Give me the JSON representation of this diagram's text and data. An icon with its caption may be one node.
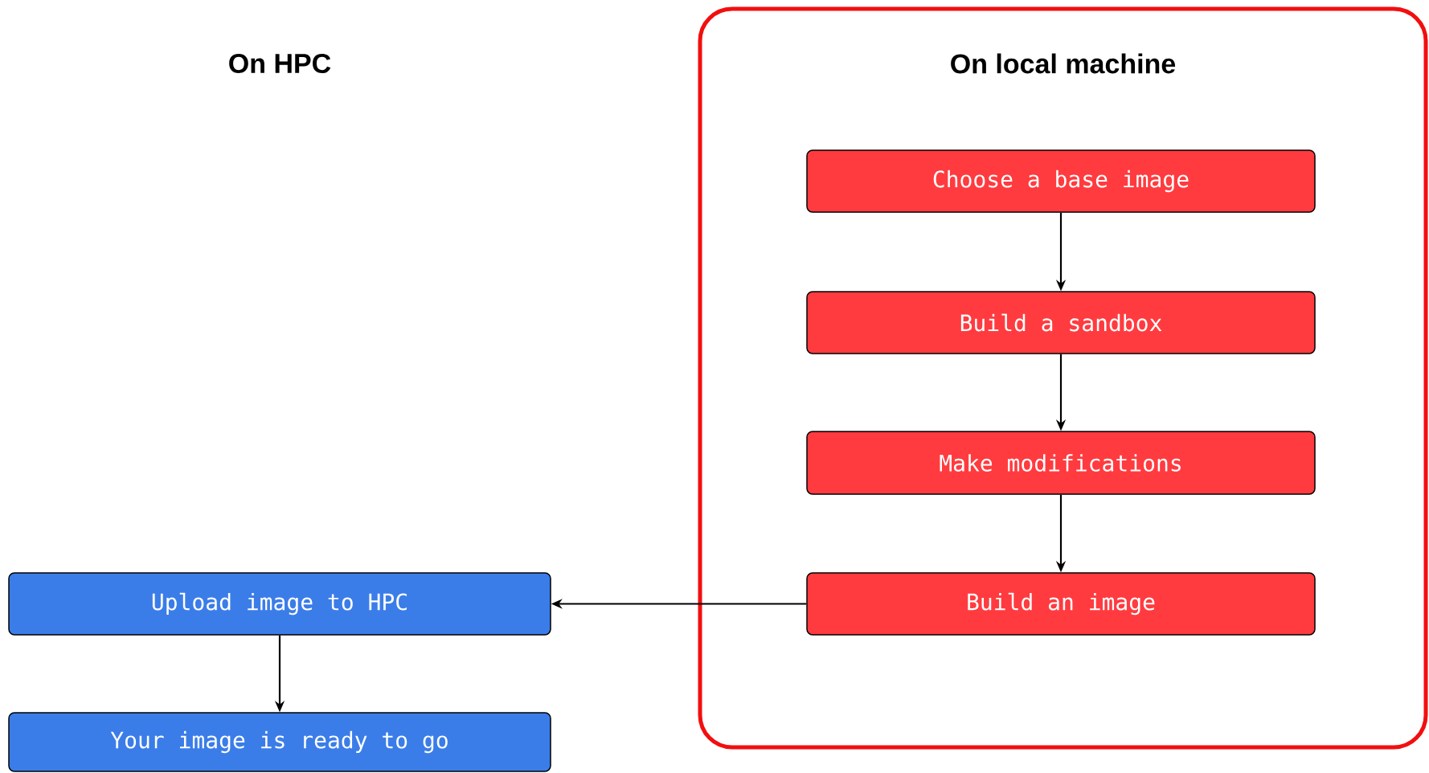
{
  "diagram": {
    "nodes": [
      {
        "text": [
          "On local machine"
        ]
      },
      {
        "text": [
          "Choose a base image"
        ],
        "in": 0
      },
      {
        "text": [
          "Build a sandbox"
        ],
        "in": 0
      },
      {
        "text": [
          "Make modifications"
        ],
        "in": 0
      },
      {
        "text": [
          "Build an image"
        ],
        "in": 0
      },
      {
        "text": [
          "Upload image to HPC"
        ]
      },
      {
        "text": [
          "Your image is ready to go"
        ]
      }
    ],
    "edges": [
      {
        "from": 1,
        "to": 2,
        "arrow": "to"
      },
      {
        "from": 2,
        "to": 3,
        "arrow": "to"
      },
      {
        "from": 3,
        "to": 4,
        "arrow": "to"
      },
      {
        "from": 4,
        "to": 5,
        "arrow": "to"
      },
      {
        "from": 5,
        "to": 6,
        "arrow": "to"
      }
    ],
    "labels": [
      "On HPC"
    ]
  }
}
